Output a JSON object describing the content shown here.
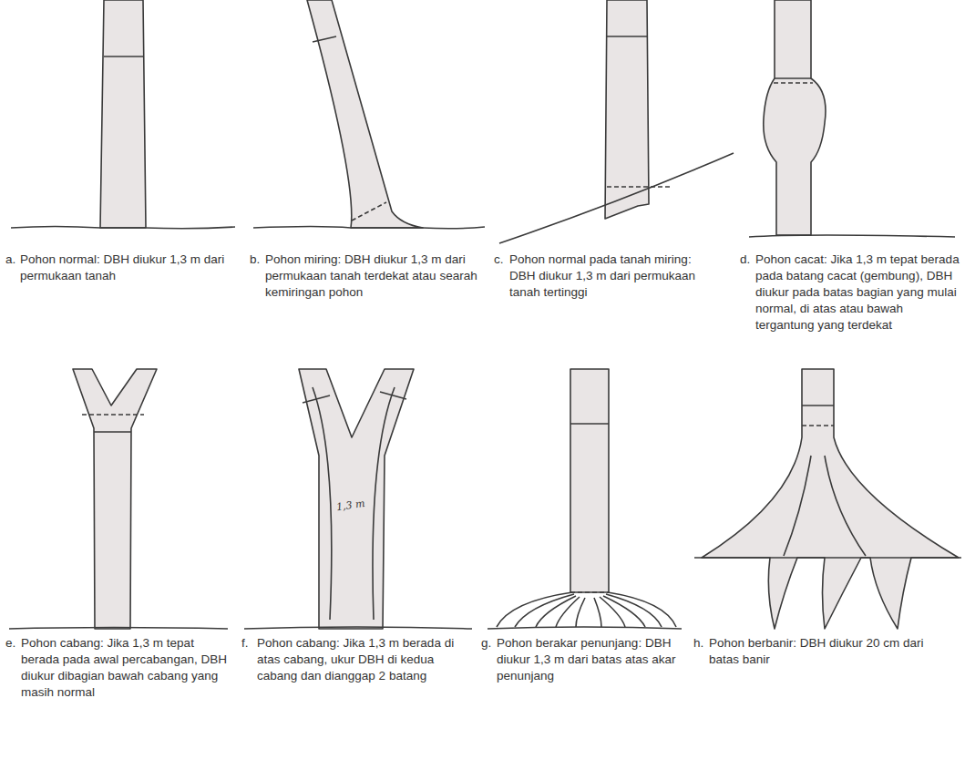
{
  "diagram": {
    "labels": [
      "a.",
      "Pohon normal: DBH diukur 1,3 m dari permukaan tanah",
      "b.",
      "Pohon miring: DBH diukur 1,3 m dari permukaan tanah terdekat atau searah kemiringan pohon",
      "c.",
      "Pohon normal pada tanah miring: DBH diukur 1,3 m dari permukaan tanah tertinggi",
      "d.",
      "Pohon cacat: Jika 1,3 m tepat berada pada batang cacat (gembung), DBH diukur pada batas bagian yang mulai normal, di atas atau bawah tergantung yang terdekat",
      "e.",
      "Pohon cabang: Jika 1,3 m tepat berada pada awal percabangan, DBH diukur dibagian bawah cabang yang masih normal",
      "f.",
      "Pohon cabang: Jika 1,3 m berada di atas cabang, ukur DBH di kedua cabang dan dianggap 2 batang",
      "g.",
      "Pohon berakar penunjang: DBH diukur 1,3 m dari batas atas akar penunjang",
      "h.",
      "Pohon berbanir: DBH diukur 20 cm dari batas banir",
      "1,3 m"
    ]
  }
}
